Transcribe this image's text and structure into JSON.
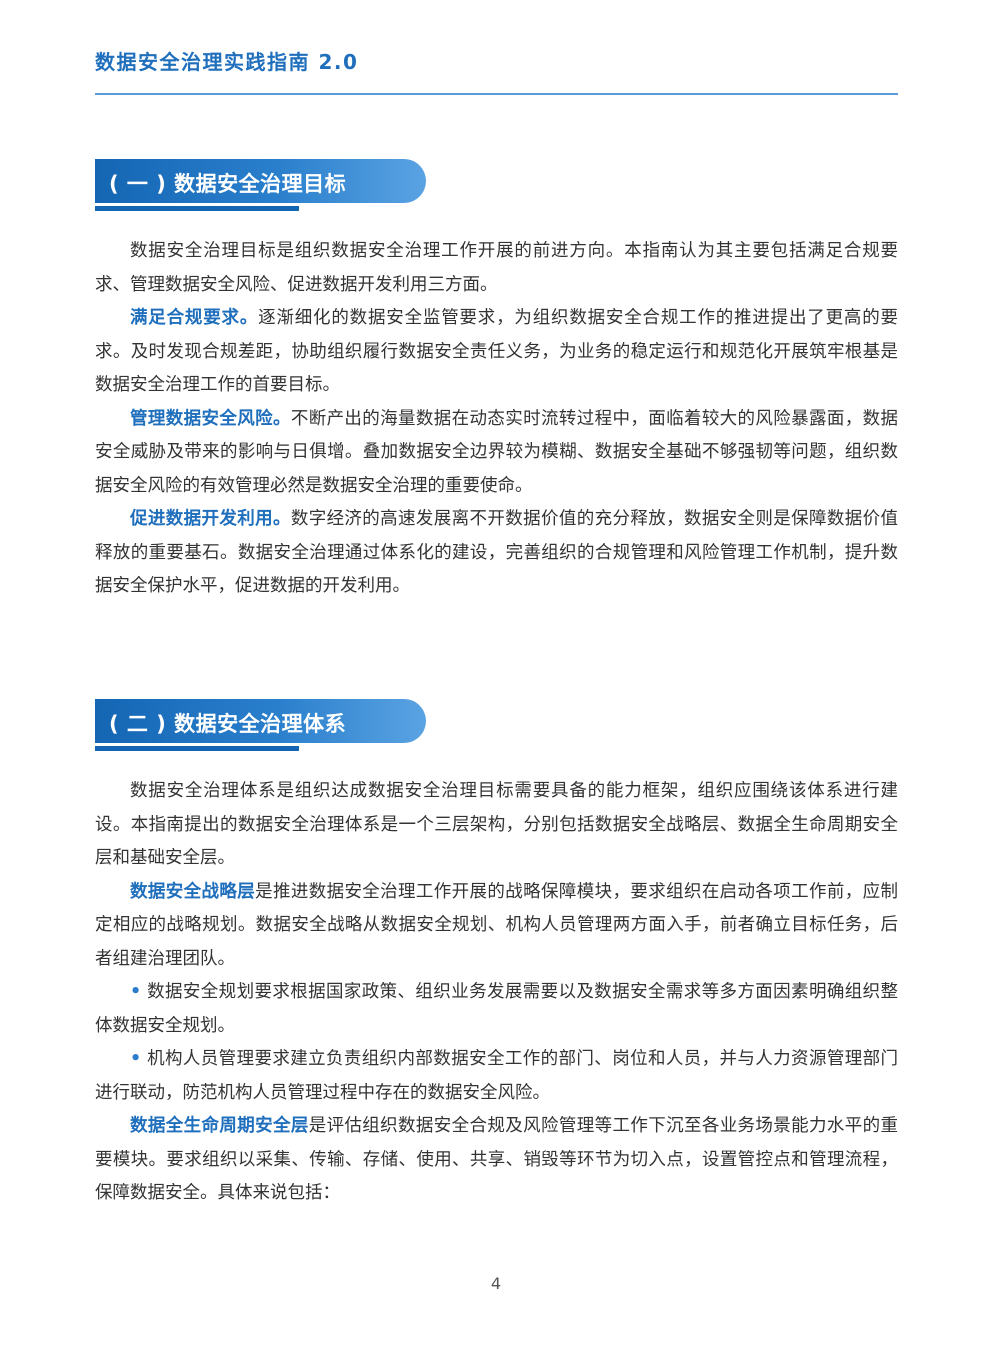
{
  "header": {
    "title": "数据安全治理实践指南 2.0"
  },
  "section1": {
    "heading": "( 一 ) 数据安全治理目标",
    "paragraphs": [
      {
        "lead": "",
        "text": "数据安全治理目标是组织数据安全治理工作开展的前进方向。本指南认为其主要包括满足合规要求、管理数据安全风险、促进数据开发利用三方面。"
      },
      {
        "lead": "满足合规要求。",
        "text": "逐渐细化的数据安全监管要求，为组织数据安全合规工作的推进提出了更高的要求。及时发现合规差距，协助组织履行数据安全责任义务，为业务的稳定运行和规范化开展筑牢根基是数据安全治理工作的首要目标。"
      },
      {
        "lead": "管理数据安全风险。",
        "text": "不断产出的海量数据在动态实时流转过程中，面临着较大的风险暴露面，数据安全威胁及带来的影响与日俱增。叠加数据安全边界较为模糊、数据安全基础不够强韧等问题，组织数据安全风险的有效管理必然是数据安全治理的重要使命。"
      },
      {
        "lead": "促进数据开发利用。",
        "text": "数字经济的高速发展离不开数据价值的充分释放，数据安全则是保障数据价值释放的重要基石。数据安全治理通过体系化的建设，完善组织的合规管理和风险管理工作机制，提升数据安全保护水平，促进数据的开发利用。"
      }
    ]
  },
  "section2": {
    "heading": "( 二 ) 数据安全治理体系",
    "paragraphs": [
      {
        "lead": "",
        "text": "数据安全治理体系是组织达成数据安全治理目标需要具备的能力框架，组织应围绕该体系进行建设。本指南提出的数据安全治理体系是一个三层架构，分别包括数据安全战略层、数据全生命周期安全层和基础安全层。"
      },
      {
        "lead": "数据安全战略层",
        "text": "是推进数据安全治理工作开展的战略保障模块，要求组织在启动各项工作前，应制定相应的战略规划。数据安全战略从数据安全规划、机构人员管理两方面入手，前者确立目标任务，后者组建治理团队。"
      }
    ],
    "bullet_mark": "•",
    "bullets": [
      "数据安全规划要求根据国家政策、组织业务发展需要以及数据安全需求等多方面因素明确组织整体数据安全规划。",
      "机构人员管理要求建立负责组织内部数据安全工作的部门、岗位和人员，并与人力资源管理部门进行联动，防范机构人员管理过程中存在的数据安全风险。"
    ],
    "closing": {
      "lead": "数据全生命周期安全层",
      "text": "是评估组织数据安全合规及风险管理等工作下沉至各业务场景能力水平的重要模块。要求组织以采集、传输、存储、使用、共享、销毁等环节为切入点，设置管控点和管理流程，保障数据安全。具体来说包括："
    }
  },
  "footer": {
    "page_number": "4"
  }
}
